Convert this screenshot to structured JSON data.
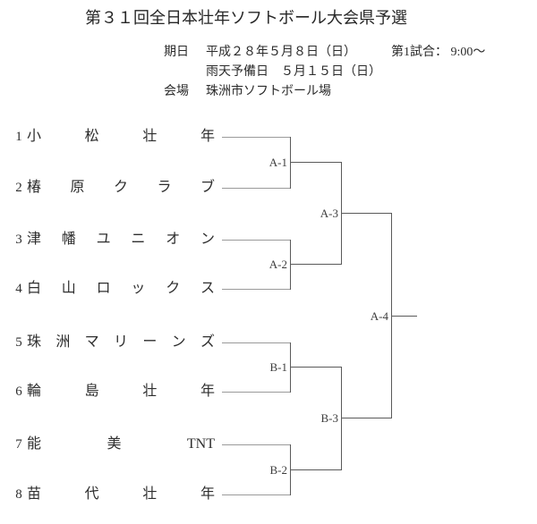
{
  "title": "第３１回全日本壮年ソフトボール大会県予選",
  "info": {
    "date_label": "期日",
    "date_value": "平成２８年５月８日（日）",
    "first_game": "第1試合： 9:00～",
    "rain_reserve": "雨天予備日　５月１５日（日）",
    "venue_label": "会場",
    "venue_value": "珠洲市ソフトボール場"
  },
  "bracket": {
    "teams": [
      {
        "seed": "1",
        "name": "小松壮年",
        "tokens": [
          "小",
          "松",
          "壮",
          "年"
        ]
      },
      {
        "seed": "2",
        "name": "椿原クラブ",
        "tokens": [
          "椿",
          "原",
          "ク",
          "ラ",
          "ブ"
        ]
      },
      {
        "seed": "3",
        "name": "津幡ユニオン",
        "tokens": [
          "津",
          "幡",
          "ユ",
          "ニ",
          "オ",
          "ン"
        ]
      },
      {
        "seed": "4",
        "name": "白山ロックス",
        "tokens": [
          "白",
          "山",
          "ロ",
          "ッ",
          "ク",
          "ス"
        ]
      },
      {
        "seed": "5",
        "name": "珠洲マリーンズ",
        "tokens": [
          "珠",
          "洲",
          "マ",
          "リ",
          "ー",
          "ン",
          "ズ"
        ]
      },
      {
        "seed": "6",
        "name": "輪島壮年",
        "tokens": [
          "輪",
          "島",
          "壮",
          "年"
        ]
      },
      {
        "seed": "7",
        "name": "能美TNT",
        "tokens": [
          "能",
          "美",
          "TNT"
        ]
      },
      {
        "seed": "8",
        "name": "苗代壮年",
        "tokens": [
          "苗",
          "代",
          "壮",
          "年"
        ]
      }
    ],
    "matches": [
      {
        "id": "A-1"
      },
      {
        "id": "A-2"
      },
      {
        "id": "A-3"
      },
      {
        "id": "A-4"
      },
      {
        "id": "B-1"
      },
      {
        "id": "B-2"
      },
      {
        "id": "B-3"
      }
    ]
  },
  "colors": {
    "team_line": "#9a9a9a",
    "bracket_line": "#5a5a5a",
    "text": "#2b2b2b"
  }
}
